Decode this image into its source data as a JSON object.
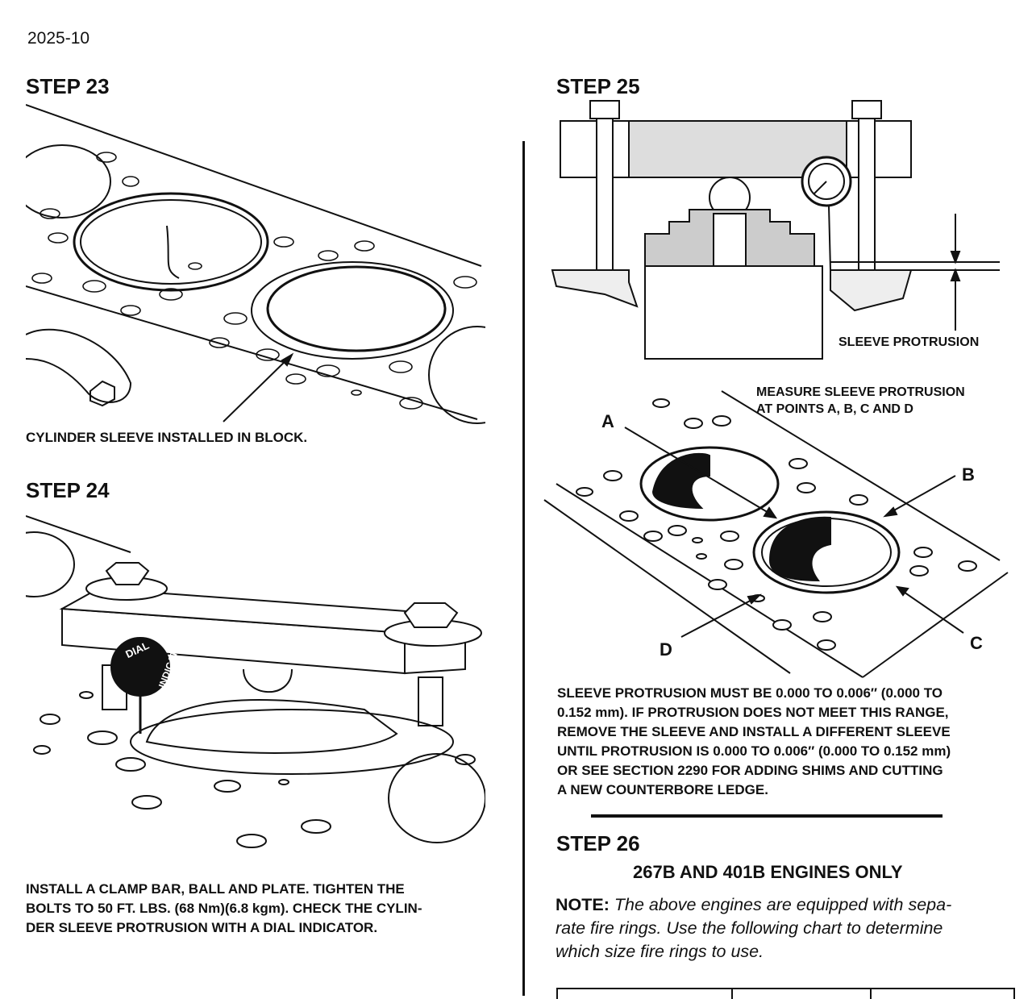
{
  "page_number": "2025-10",
  "step23": {
    "title": "STEP 23",
    "caption": "CYLINDER SLEEVE INSTALLED IN BLOCK."
  },
  "step24": {
    "title": "STEP 24",
    "tool_label": [
      "DIAL",
      "INDICATOR"
    ],
    "caption_lines": [
      "INSTALL A CLAMP BAR, BALL AND PLATE. TIGHTEN THE",
      "BOLTS TO 50 FT. LBS. (68 Nm)(6.8 kgm). CHECK THE CYLIN-",
      "DER SLEEVE PROTRUSION WITH A DIAL INDICATOR."
    ]
  },
  "step25": {
    "title": "STEP 25",
    "protrusion_label": "SLEEVE PROTRUSION",
    "measure_lines": [
      "MEASURE SLEEVE PROTRUSION",
      "AT POINTS A, B, C AND D"
    ],
    "points": [
      "A",
      "B",
      "C",
      "D"
    ],
    "body_lines": [
      "SLEEVE PROTRUSION MUST BE 0.000 TO 0.006″ (0.000 TO",
      "0.152 mm). IF PROTRUSION DOES NOT MEET THIS RANGE,",
      "REMOVE THE SLEEVE AND INSTALL A DIFFERENT SLEEVE",
      "UNTIL PROTRUSION IS 0.000 TO 0.006″ (0.000 TO 0.152 mm)",
      "OR SEE SECTION 2290 FOR ADDING SHIMS AND CUTTING",
      "A NEW COUNTERBORE LEDGE."
    ]
  },
  "step26": {
    "title": "STEP 26",
    "subtitle": "267B AND 401B ENGINES ONLY",
    "note_label": "NOTE:",
    "note_lines": [
      "The above engines are equipped with sepa-",
      "rate fire rings. Use the following chart to determine",
      "which size fire rings to use."
    ]
  }
}
